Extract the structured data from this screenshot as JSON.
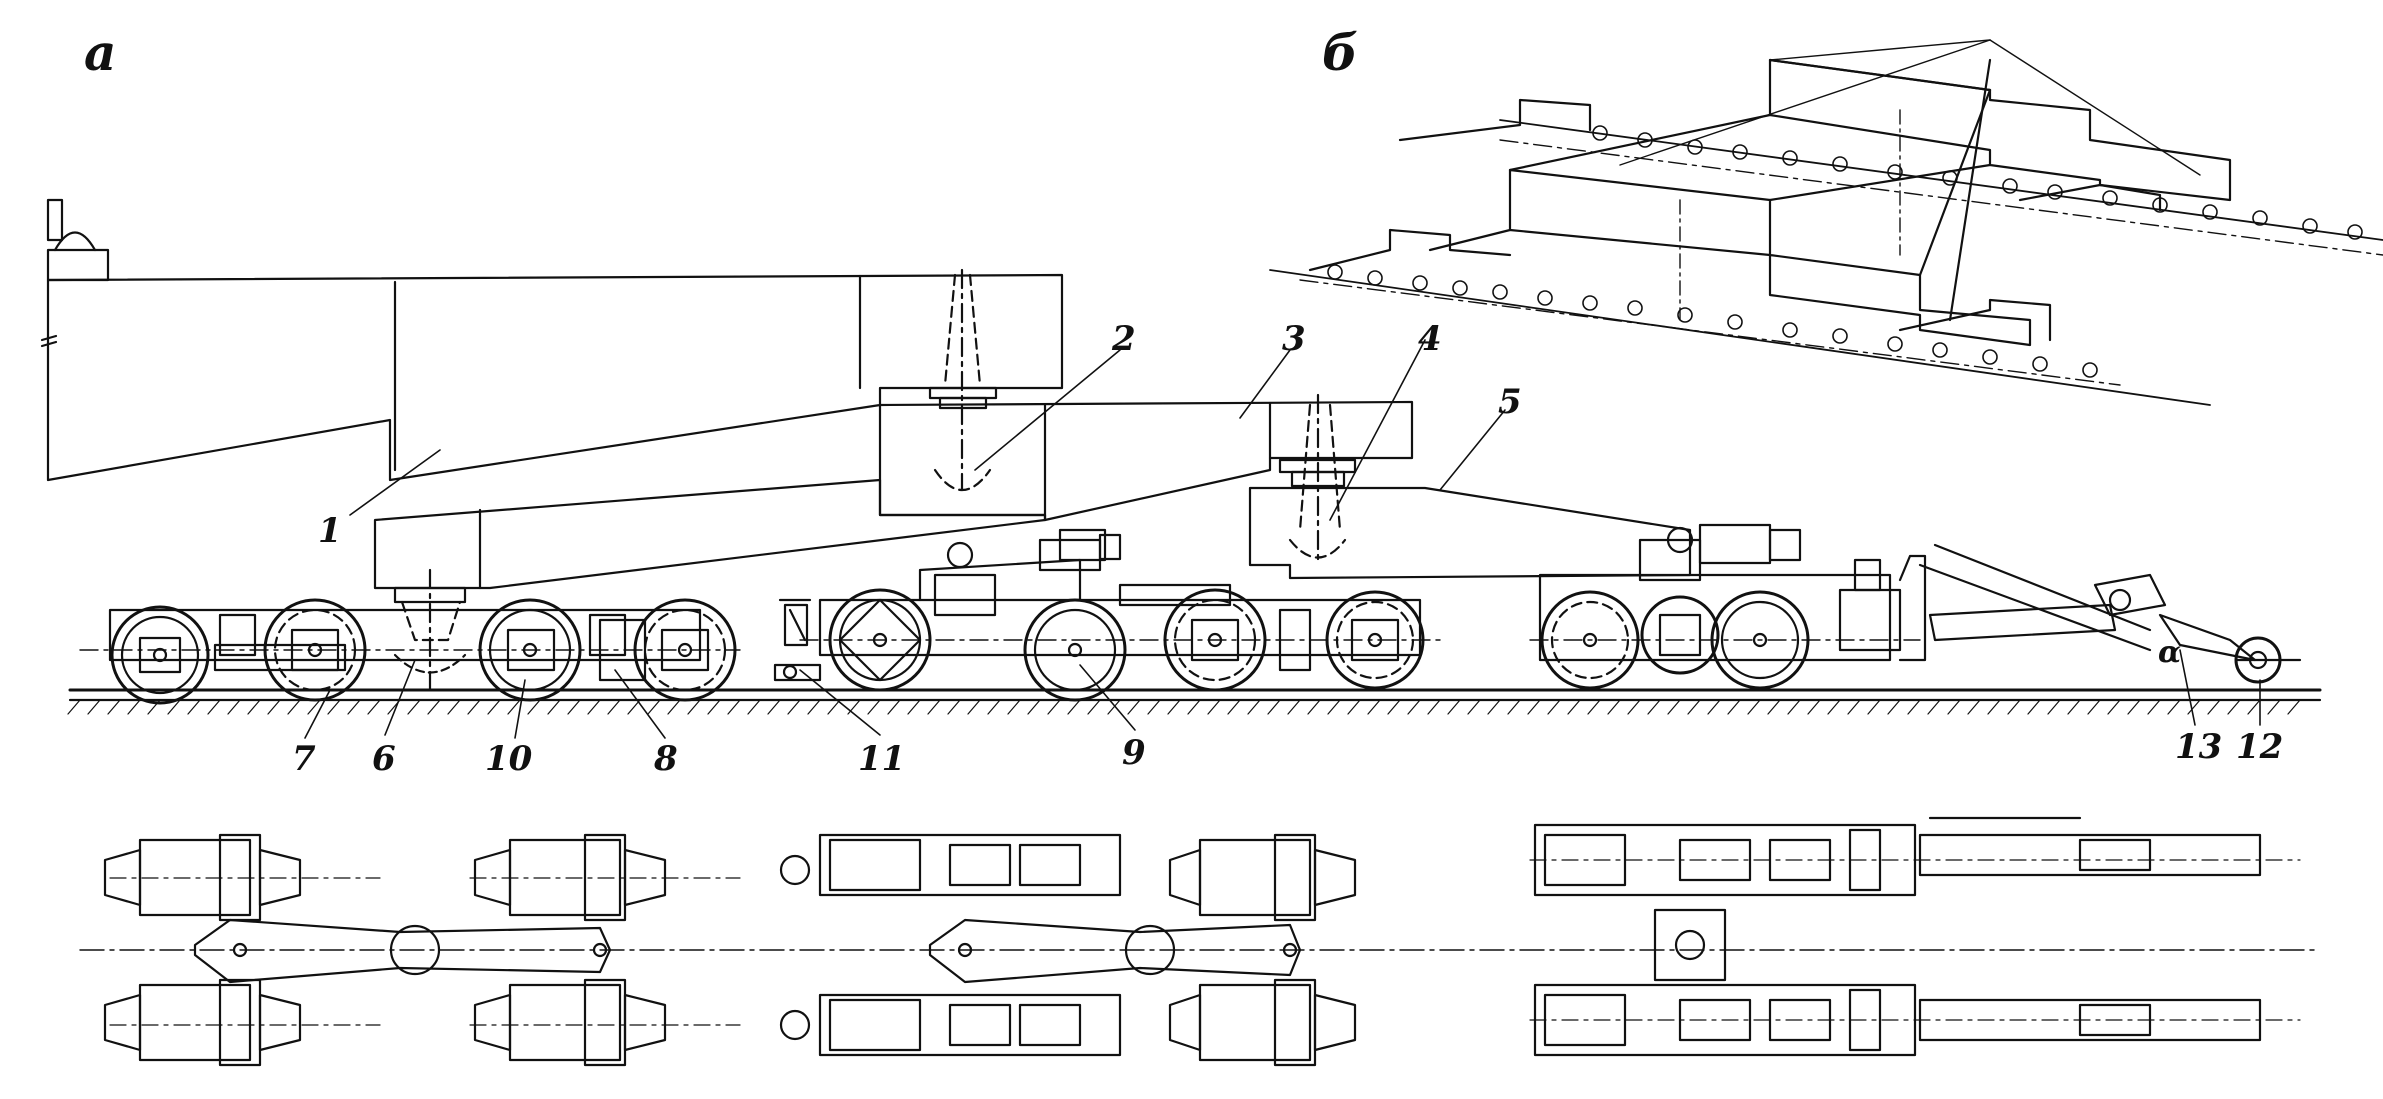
{
  "panels": {
    "a": "а",
    "b": "б"
  },
  "parts": {
    "p1": "1",
    "p2": "2",
    "p3": "3",
    "p4": "4",
    "p5": "5",
    "p6": "6",
    "p7": "7",
    "p8": "8",
    "p9": "9",
    "p10": "10",
    "p11": "11",
    "p12": "12",
    "p13": "13"
  },
  "angle": "α"
}
